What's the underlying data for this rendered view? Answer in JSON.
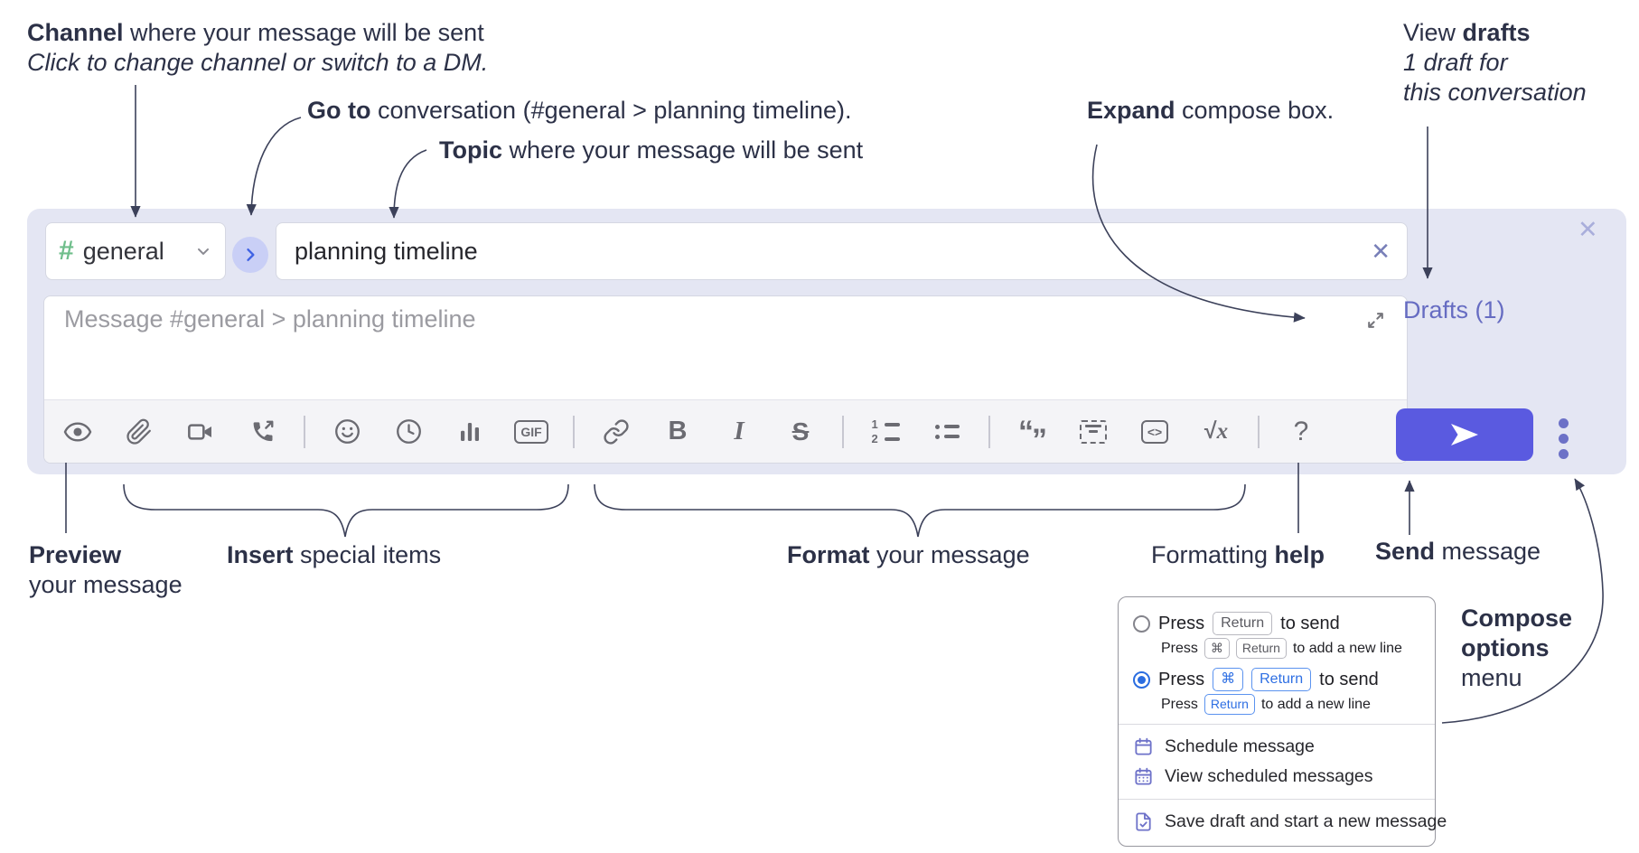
{
  "annotations": {
    "channel": {
      "bold": "Channel",
      "rest": " where your message will be sent",
      "sub": "Click to change channel or switch to a DM."
    },
    "goto": {
      "bold": "Go to",
      "rest": " conversation (#general > planning timeline)."
    },
    "topic": {
      "bold": "Topic",
      "rest": " where your message will be sent"
    },
    "expand": {
      "bold": "Expand",
      "rest": " compose box."
    },
    "view_drafts": {
      "pre": "View ",
      "bold": "drafts",
      "line2": "1 draft for",
      "line3": "this conversation"
    },
    "preview": {
      "bold": "Preview",
      "line2": "your message"
    },
    "insert": {
      "bold": "Insert",
      "rest": " special items"
    },
    "format": {
      "bold": "Format",
      "rest": " your message"
    },
    "help": {
      "pre": "Formatting ",
      "bold": "help"
    },
    "send": {
      "bold": "Send",
      "rest": " message"
    },
    "compose_options": {
      "line1": "Compose",
      "line2": "options",
      "line3": "menu"
    }
  },
  "compose": {
    "channel_hash": "#",
    "channel_name": "general",
    "topic_value": "planning timeline",
    "topic_clear_x": "✕",
    "close_x": "✕",
    "message_placeholder": "Message #general > planning timeline",
    "drafts_link": "Drafts (1)"
  },
  "toolbar": {
    "icon_names": [
      "preview-eye",
      "attach-file",
      "video-call",
      "audio-call",
      "emoji",
      "global-time",
      "poll",
      "gif",
      "link",
      "bold",
      "italic",
      "strikethrough",
      "numbered-list",
      "bulleted-list",
      "quote",
      "spoiler",
      "code",
      "math",
      "help"
    ],
    "gif": "GIF",
    "bold_glyph": "B",
    "italic_glyph": "I",
    "strike_glyph": "S",
    "code_glyph": "<>",
    "math_root": "√",
    "math_x": "x",
    "help_glyph": "?",
    "ol_1": "1",
    "ol_2": "2",
    "quote_open": "“",
    "quote_close": "”"
  },
  "menu": {
    "opt1": {
      "press": "Press",
      "key1": "Return",
      "after": "to send"
    },
    "opt1_sub": {
      "press": "Press",
      "key1": "⌘",
      "key2": "Return",
      "after": "to add a new line"
    },
    "opt2": {
      "press": "Press",
      "key1": "⌘",
      "key2": "Return",
      "after": "to send"
    },
    "opt2_sub": {
      "press": "Press",
      "key1": "Return",
      "after": "to add a new line"
    },
    "items": {
      "schedule": "Schedule message",
      "view_scheduled": "View scheduled messages",
      "save_draft": "Save draft and start a new message"
    }
  },
  "colors": {
    "container_bg": "#e4e6f3",
    "send_button": "#5a5ae0",
    "drafts_link": "#666cc2",
    "hash_green": "#6fbe8b",
    "goto_circle_bg": "#c9cff6",
    "goto_chevron": "#3f62e4",
    "kbd_blue": "#2e6fe3",
    "radio_selected": "#2b6de0",
    "menu_icon_purple": "#6e72c9",
    "annotation_ink": "#2c3147"
  }
}
